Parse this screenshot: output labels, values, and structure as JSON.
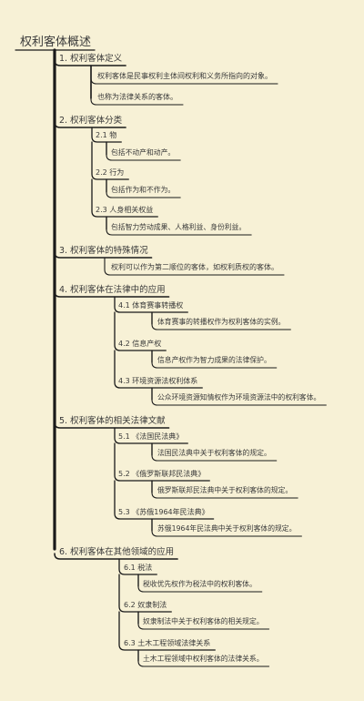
{
  "root": {
    "label": "权利客体概述"
  },
  "sections": [
    {
      "label": "1. 权利客体定义",
      "items": [
        {
          "label": "权利客体是民事权利主体间权利和义务所指向的对象。"
        },
        {
          "label": "也称为法律关系的客体。"
        }
      ]
    },
    {
      "label": "2. 权利客体分类",
      "items": [
        {
          "label": "2.1 物",
          "child": "包括不动产和动产。"
        },
        {
          "label": "2.2 行为",
          "child": "包括作为和不作为。"
        },
        {
          "label": "2.3 人身相关权益",
          "child": "包括智力劳动成果、人格利益、身份利益。"
        }
      ]
    },
    {
      "label": "3. 权利客体的特殊情况",
      "items": [
        {
          "label": "权利可以作为第二顺位的客体，如权利质权的客体。"
        }
      ]
    },
    {
      "label": "4. 权利客体在法律中的应用",
      "items": [
        {
          "label": "4.1 体育赛事转播权",
          "child": "体育赛事的转播权作为权利客体的实例。"
        },
        {
          "label": "4.2 信息产权",
          "child": "信息产权作为智力成果的法律保护。"
        },
        {
          "label": "4.3 环境资源法权利体系",
          "child": "公众环境资源知情权作为环境资源法中的权利客体。"
        }
      ]
    },
    {
      "label": "5. 权利客体的相关法律文献",
      "items": [
        {
          "label": "5.1 《法国民法典》",
          "child": "法国民法典中关于权利客体的规定。"
        },
        {
          "label": "5.2 《俄罗斯联邦民法典》",
          "child": "俄罗斯联邦民法典中关于权利客体的规定。"
        },
        {
          "label": "5.3 《苏俄1964年民法典》",
          "child": "苏俄1964年民法典中关于权利客体的规定。"
        }
      ]
    },
    {
      "label": "6. 权利客体在其他领域的应用",
      "items": [
        {
          "label": "6.1 税法",
          "child": "税收优先权作为税法中的权利客体。"
        },
        {
          "label": "6.2 奴隶制法",
          "child": "奴隶制法中关于权利客体的相关规定。"
        },
        {
          "label": "6.3 土木工程领域法律关系",
          "child": "土木工程领域中权利客体的法律关系。"
        }
      ]
    }
  ],
  "colors": {
    "background": "#f7f1d6",
    "line": "#1a1a1a",
    "text": "#3a3a3a"
  }
}
